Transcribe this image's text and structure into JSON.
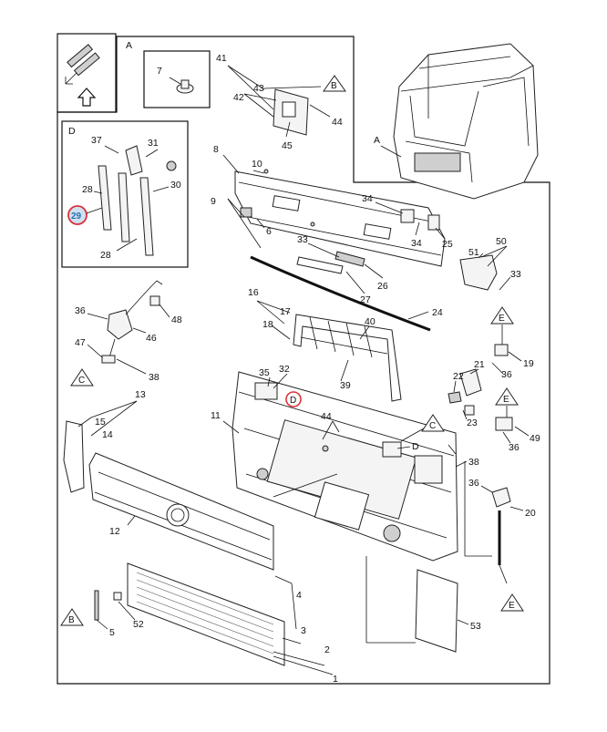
{
  "view_letters": {
    "A_top": "A",
    "A_cab": "A",
    "D_box": "D",
    "D_callout": "D",
    "D_main": "D"
  },
  "triangle_markers": {
    "B_top": "B",
    "B_bottom": "B",
    "C_left": "C",
    "C_main": "C",
    "E_1": "E",
    "E_2": "E",
    "E_3": "E"
  },
  "highlighted_part": "29",
  "part_numbers": {
    "n1": "1",
    "n2": "2",
    "n3": "3",
    "n4": "4",
    "n5": "5",
    "n6": "6",
    "n7": "7",
    "n8": "8",
    "n9": "9",
    "n10": "10",
    "n11": "11",
    "n12": "12",
    "n13": "13",
    "n14": "14",
    "n15": "15",
    "n16": "16",
    "n17": "17",
    "n18": "18",
    "n19": "19",
    "n20": "20",
    "n21": "21",
    "n22": "22",
    "n23": "23",
    "n24": "24",
    "n25": "25",
    "n26": "26",
    "n27": "27",
    "n28a": "28",
    "n28b": "28",
    "n30": "30",
    "n31": "31",
    "n32": "32",
    "n33a": "33",
    "n33b": "33",
    "n34a": "34",
    "n34b": "34",
    "n35": "35",
    "n36a": "36",
    "n36b": "36",
    "n36c": "36",
    "n36d": "36",
    "n37": "37",
    "n38a": "38",
    "n38b": "38",
    "n39": "39",
    "n40": "40",
    "n41": "41",
    "n42": "42",
    "n43": "43",
    "n44a": "44",
    "n44b": "44",
    "n45": "45",
    "n46": "46",
    "n47": "47",
    "n48": "48",
    "n49": "49",
    "n50": "50",
    "n51": "51",
    "n52": "52",
    "n53": "53"
  },
  "colors": {
    "highlight_circle": "#d9343a",
    "highlight_fill": "#cfe0f2",
    "highlight_text": "#2a6fb0"
  }
}
